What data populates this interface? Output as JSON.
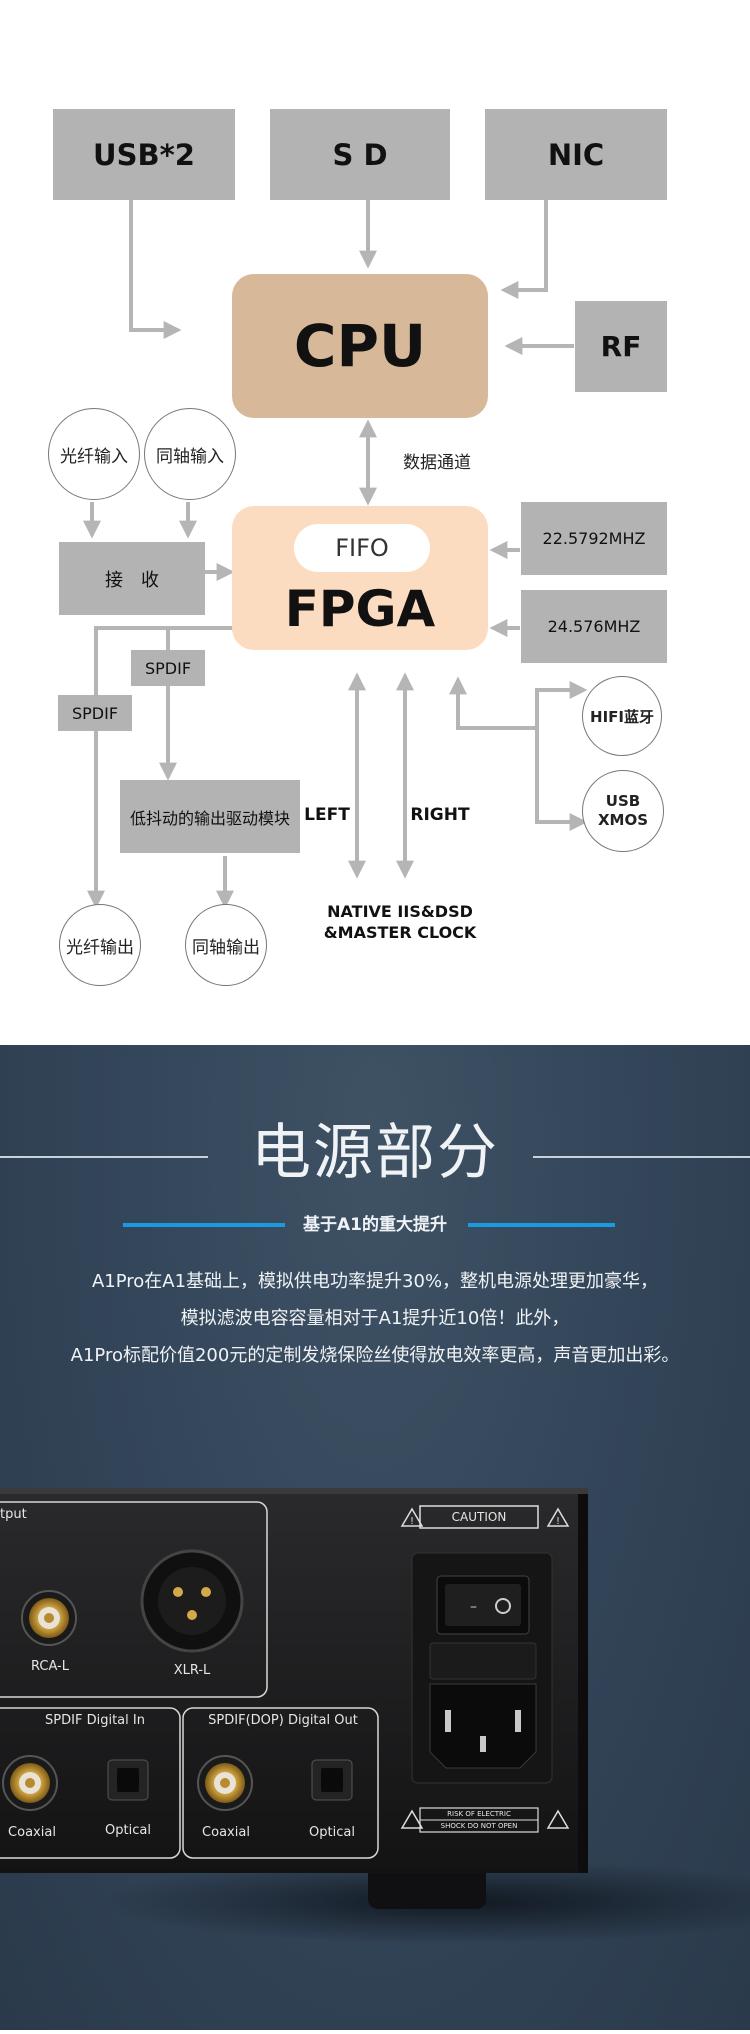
{
  "diagram": {
    "usb": "USB*2",
    "sd": "S D",
    "nic": "NIC",
    "cpu": "CPU",
    "rf": "RF",
    "data_channel": "数据通道",
    "optical_in": "光纤输入",
    "coax_in": "同轴输入",
    "receive": "接　收",
    "fifo": "FIFO",
    "fpga": "FPGA",
    "clock1": "22.5792MHZ",
    "clock2": "24.576MHZ",
    "spdif1": "SPDIF",
    "spdif2": "SPDIF",
    "driver": "低抖动的输出驱动模块",
    "left": "LEFT",
    "right": "RIGHT",
    "hifi_bt": "HIFI蓝牙",
    "usb_xmos_1": "USB",
    "usb_xmos_2": "XMOS",
    "native_1": "NATIVE IIS&DSD",
    "native_2": "&MASTER CLOCK",
    "optical_out": "光纤输出",
    "coax_out": "同轴输出"
  },
  "power": {
    "title": "电源部分",
    "subtitle": "基于A1的重大提升",
    "lines": [
      "A1Pro在A1基础上，模拟供电功率提升30%，整机电源处理更加豪华，",
      "模拟滤波电容容量相对于A1提升近10倍！此外，",
      "A1Pro标配价值200元的定制发烧保险丝使得放电效率更高，声音更加出彩。"
    ]
  },
  "device": {
    "output": "tput",
    "rca_l": "RCA-L",
    "xlr_l": "XLR-L",
    "spdif_in": "SPDIF Digital In",
    "spdif_out": "SPDIF(DOP) Digital Out",
    "coaxial_1": "Coaxial",
    "optical_1": "Optical",
    "coaxial_2": "Coaxial",
    "optical_2": "Optical",
    "caution": "CAUTION",
    "risk_1": "RISK OF ELECTRIC",
    "risk_2": "SHOCK DO NOT OPEN"
  },
  "colors": {
    "gray_box": "#b3b3b3",
    "cpu": "#d7b99a",
    "fpga": "#fbdcc0",
    "arrow": "#b5b5b5",
    "power_bg": "#34465a",
    "accent": "#1a9be0"
  }
}
